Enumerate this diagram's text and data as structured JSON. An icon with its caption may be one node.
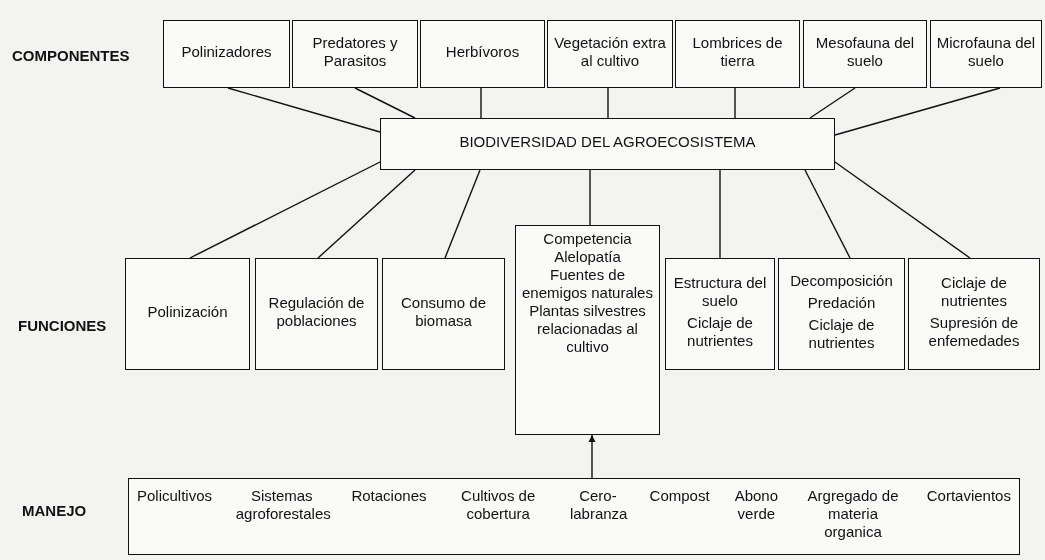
{
  "diagram": {
    "nodes": [
      {
        "text": [
          "Polinizadores"
        ]
      },
      {
        "text": [
          "Predatores y Parasitos"
        ]
      },
      {
        "text": [
          "Herbívoros"
        ]
      },
      {
        "text": [
          "Vegetación extra al cultivo"
        ]
      },
      {
        "text": [
          "Lombrices de tierra"
        ]
      },
      {
        "text": [
          "Mesofauna del suelo"
        ]
      },
      {
        "text": [
          "Microfauna del suelo"
        ]
      },
      {
        "text": [
          "BIODIVERSIDAD DEL AGROECOSISTEMA"
        ]
      },
      {
        "text": [
          "Polinización"
        ]
      },
      {
        "text": [
          "Regulación de poblaciones"
        ]
      },
      {
        "text": [
          "Consumo de biomasa"
        ]
      },
      {
        "text": [
          "Competencia",
          "Alelopatía",
          "Fuentes de enemigos naturales",
          "Plantas silvestres relacionadas al cultivo"
        ]
      },
      {
        "text": [
          "Estructura del suelo",
          "Ciclaje de nutrientes"
        ]
      },
      {
        "text": [
          "Decomposición",
          "Predación",
          "Ciclaje de nutrientes"
        ]
      },
      {
        "text": [
          "Ciclaje de nutrientes",
          "Supresión de enfemedades"
        ]
      },
      {
        "text": [
          "Policultivos",
          "Sistemas agroforestales",
          "Rotaciones",
          "Cultivos de cobertura",
          "Cero-labranza",
          "Compost",
          "Abono verde",
          "Argregado de materia organica",
          "Cortavientos"
        ]
      }
    ],
    "edges": [
      {
        "from": 0,
        "to": 7,
        "arrow": "none"
      },
      {
        "from": 1,
        "to": 7,
        "arrow": "none"
      },
      {
        "from": 2,
        "to": 7,
        "arrow": "none"
      },
      {
        "from": 3,
        "to": 7,
        "arrow": "none"
      },
      {
        "from": 4,
        "to": 7,
        "arrow": "none"
      },
      {
        "from": 5,
        "to": 7,
        "arrow": "none"
      },
      {
        "from": 6,
        "to": 7,
        "arrow": "none"
      },
      {
        "from": 7,
        "to": 8,
        "arrow": "none"
      },
      {
        "from": 7,
        "to": 9,
        "arrow": "none"
      },
      {
        "from": 7,
        "to": 10,
        "arrow": "none"
      },
      {
        "from": 7,
        "to": 11,
        "arrow": "none"
      },
      {
        "from": 7,
        "to": 12,
        "arrow": "none"
      },
      {
        "from": 7,
        "to": 13,
        "arrow": "none"
      },
      {
        "from": 7,
        "to": 14,
        "arrow": "none"
      },
      {
        "from": 15,
        "to": 11,
        "arrow": "to"
      }
    ],
    "labels": [
      "COMPONENTES",
      "FUNCIONES",
      "MANEJO"
    ]
  }
}
